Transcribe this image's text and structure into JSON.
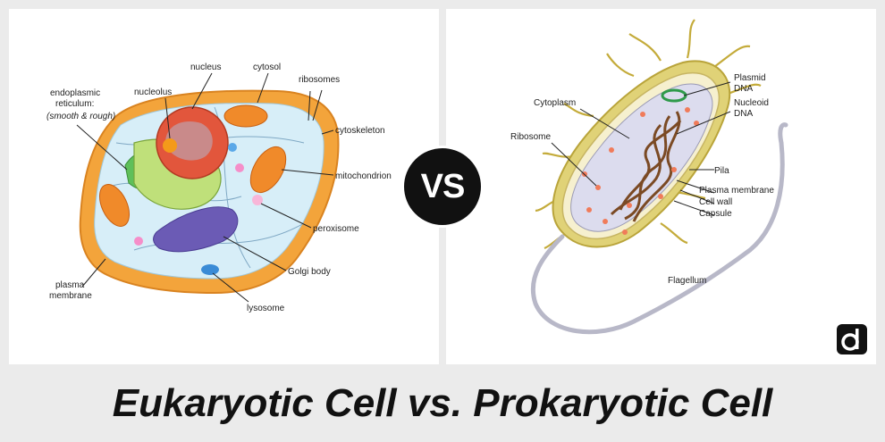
{
  "eukaryotic": {
    "labels": {
      "nucleus": "nucleus",
      "cytosol": "cytosol",
      "nucleolus": "nucleolus",
      "ribosomes": "ribosomes",
      "er_line1": "endoplasmic",
      "er_line2": "reticulum:",
      "er_line3": "(smooth & rough)",
      "cytoskeleton": "cytoskeleton",
      "mitochondrion": "mitochondrion",
      "peroxisome": "peroxisome",
      "golgi": "Golgi body",
      "membrane_line1": "plasma",
      "membrane_line2": "membrane",
      "lysosome": "lysosome"
    }
  },
  "prokaryotic": {
    "labels": {
      "plasmid_line1": "Plasmid",
      "plasmid_line2": "DNA",
      "nucleoid_line1": "Nucleoid",
      "nucleoid_line2": "DNA",
      "cytoplasm": "Cytoplasm",
      "ribosome": "Ribosome",
      "pila": "Pila",
      "plasma_membrane": "Plasma membrane",
      "cell_wall": "Cell wall",
      "capsule": "Capsule",
      "flagellum": "Flagellum"
    }
  },
  "vs_badge": "VS",
  "title": "Eukaryotic Cell vs. Prokaryotic Cell",
  "colors": {
    "background": "#ebebeb",
    "cell_wall_orange": "#f3a43b",
    "cytoplasm_blue": "#d7eef8",
    "nucleus_red": "#e2563c",
    "golgi_purple": "#6b5bb5",
    "capsule_yellow": "#e0d277",
    "nucleoid_brown": "#7b4a24"
  },
  "icons": {
    "logo": "letter-d-logo"
  }
}
